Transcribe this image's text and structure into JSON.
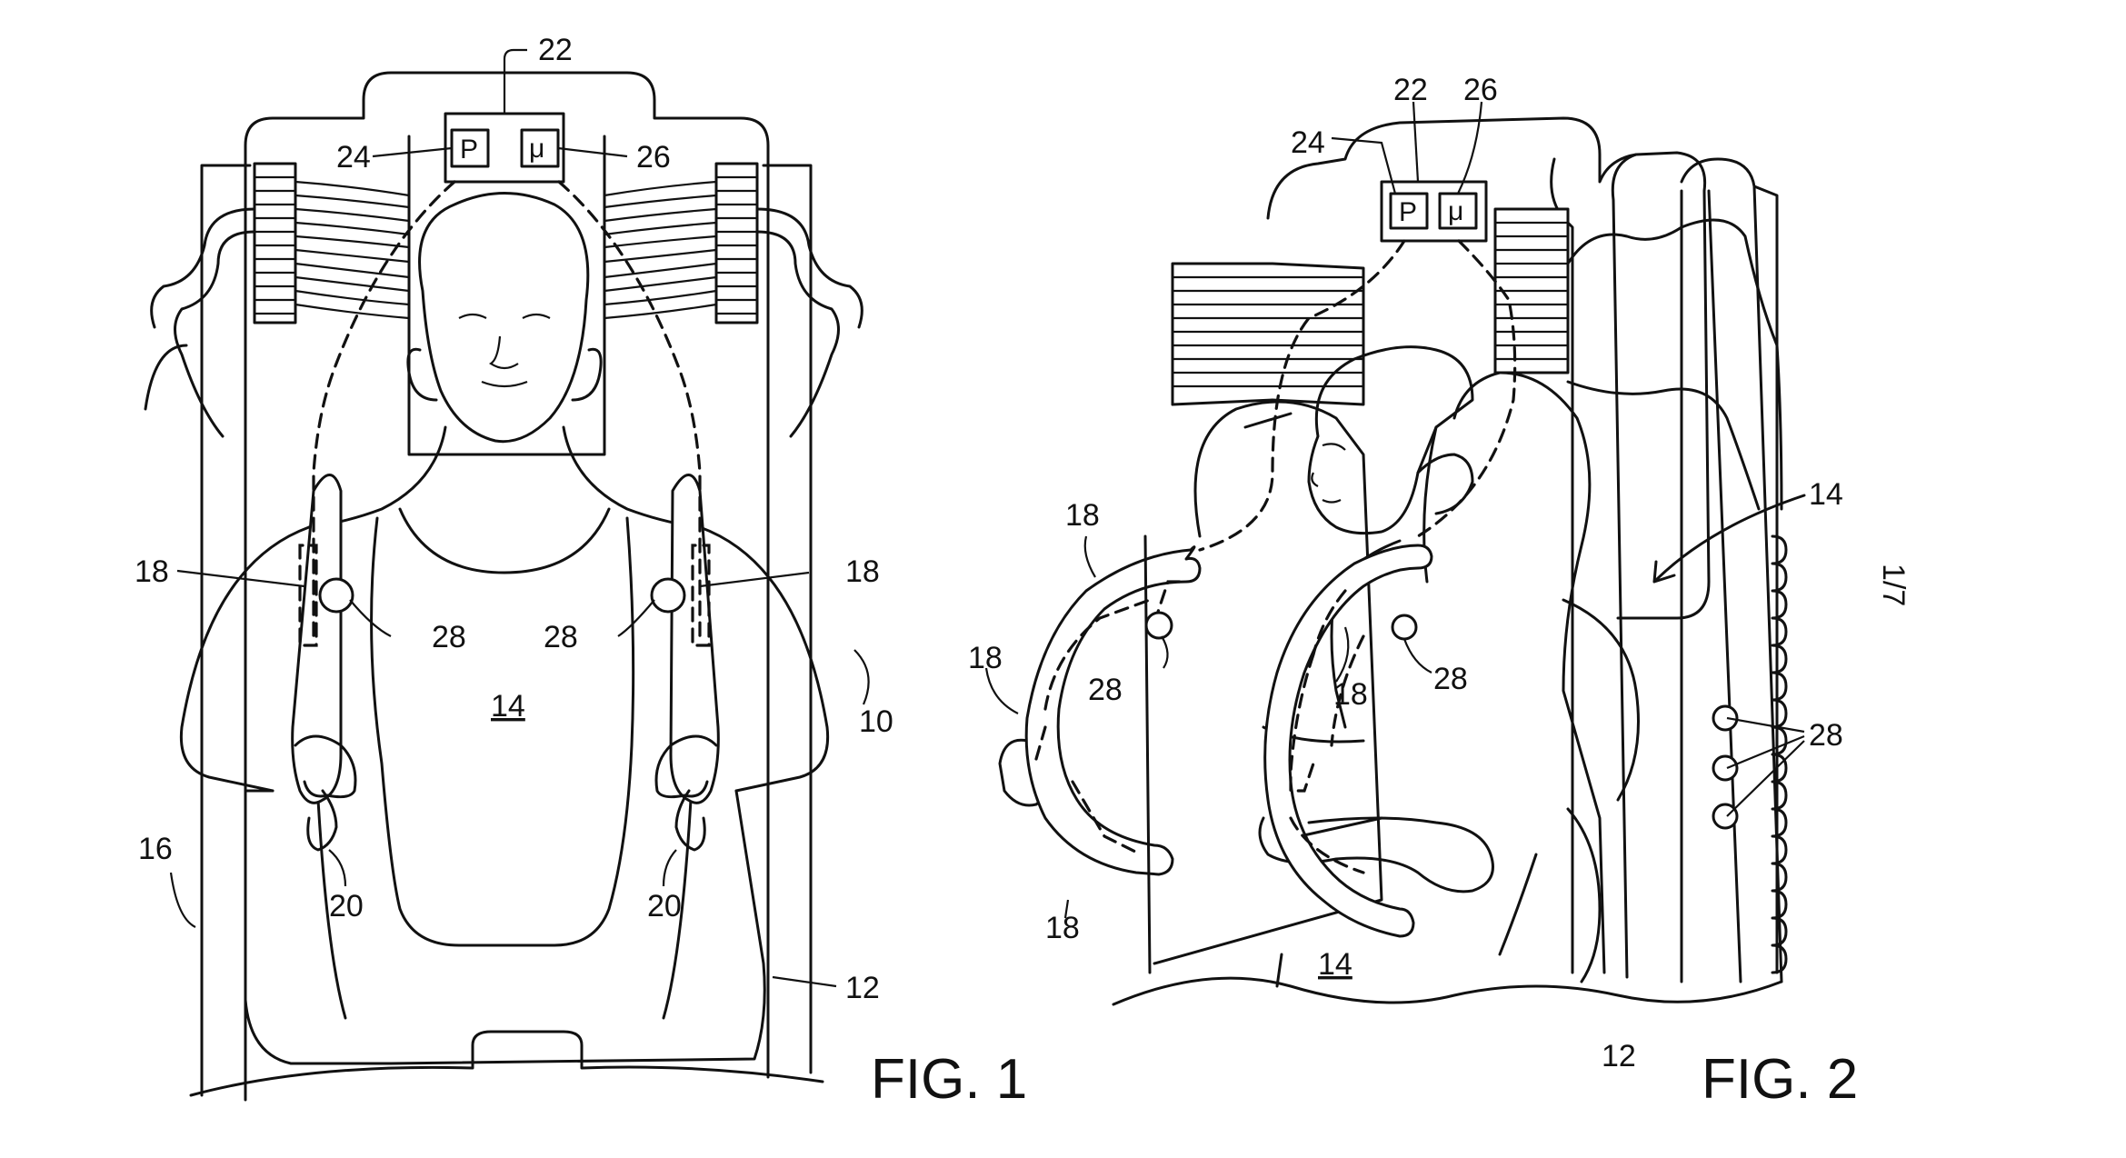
{
  "figure1": {
    "caption": "FIG. 1",
    "labels": {
      "l22": "22",
      "l24": "24",
      "l26": "26",
      "l18a": "18",
      "l18b": "18",
      "l28a": "28",
      "l28b": "28",
      "l14": "14",
      "l10": "10",
      "l16": "16",
      "l20a": "20",
      "l20b": "20",
      "l12": "12"
    },
    "box_p": "P",
    "box_mu": "μ"
  },
  "figure2": {
    "caption": "FIG. 2",
    "labels": {
      "l22": "22",
      "l26": "26",
      "l24": "24",
      "l14": "14",
      "l18a": "18",
      "l18b": "18",
      "l18c": "18",
      "l18d": "18",
      "l28a": "28",
      "l28b": "28",
      "l28c": "28",
      "l14b": "14",
      "l12": "12"
    },
    "box_p": "P",
    "box_mu": "μ"
  },
  "sheet_number": "1/7"
}
